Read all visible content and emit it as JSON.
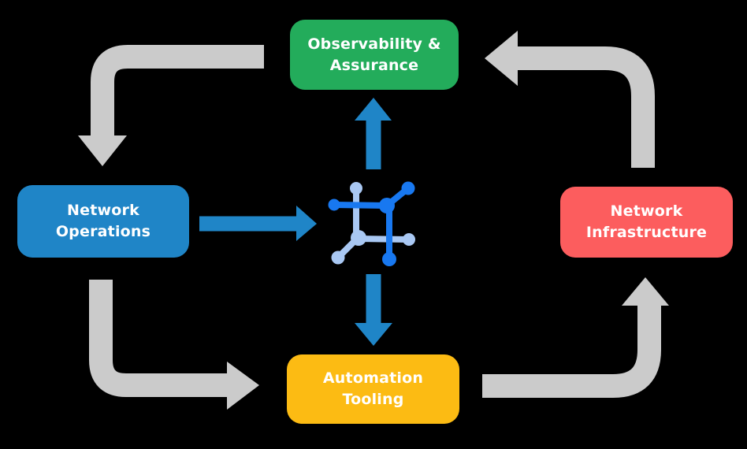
{
  "colors": {
    "background": "#000000",
    "label_text": "#FFFFFF",
    "arrow_gray": "#CBCBCB",
    "flow_blue": "#1F85C7",
    "node_green": "#23AC5B",
    "node_blue": "#1F85C7",
    "node_red": "#FC5D5E",
    "node_yellow": "#FCBB13",
    "icon_dark_blue": "#1878F0",
    "icon_light_blue": "#A9C8F3"
  },
  "nodes": {
    "observability": {
      "label": "Observability &\nAssurance"
    },
    "operations": {
      "label": "Network\nOperations"
    },
    "infrastructure": {
      "label": "Network\nInfrastructure"
    },
    "tooling": {
      "label": "Automation\nTooling"
    }
  },
  "center_icon": "network-fabric-icon",
  "flows": {
    "outer_cycle": [
      "Observability & Assurance -> Network Operations",
      "Network Operations -> Automation Tooling",
      "Automation Tooling -> Network Infrastructure",
      "Network Infrastructure -> Observability & Assurance"
    ],
    "hub": [
      "Network Operations -> center icon",
      "center icon -> Observability & Assurance",
      "center icon -> Automation Tooling"
    ]
  }
}
